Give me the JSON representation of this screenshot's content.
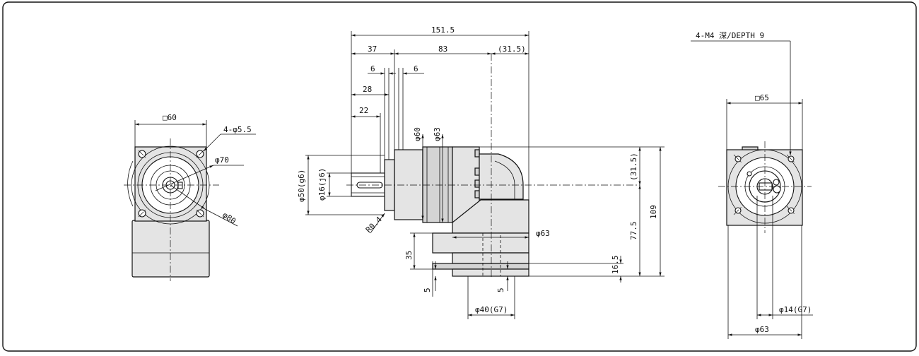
{
  "front_view": {
    "square": "□60",
    "holes": "4-φ5.5",
    "pcd": "φ70",
    "outer": "φ80"
  },
  "side_view": {
    "overall": "151.5",
    "seg1": "37",
    "seg2": "83",
    "seg3": "(31.5)",
    "flange_l": "6",
    "flange_r": "6",
    "shaft_28": "28",
    "shaft_22": "22",
    "dia_60": "φ60",
    "dia_63": "φ63",
    "pilot": "φ50(g6)",
    "shaft_dia": "φ16(j6)",
    "fillet": "R0.4",
    "bottom_dia": "φ63",
    "height_35": "35",
    "height_5_left": "5",
    "height_5_right": "5",
    "bore": "φ40(G7)",
    "h_16_5": "16.5",
    "h_77_5": "77.5",
    "h_109": "109",
    "h_31_5": "(31.5)"
  },
  "right_view": {
    "holes": "4-M4  深/DEPTH  9",
    "square": "□65",
    "bore": "φ14(G7)",
    "outer": "φ63"
  }
}
